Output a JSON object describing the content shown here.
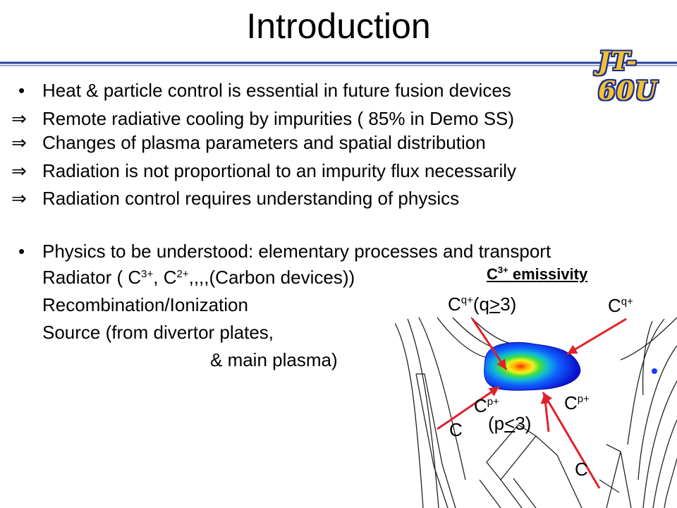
{
  "title": "Introduction",
  "logo": "JT-60U",
  "bullets": [
    {
      "marker": "•",
      "text": "Heat & particle control is essential in future fusion devices"
    },
    {
      "marker": "⇒",
      "text": "Remote radiative cooling by impurities ( 85% in Demo SS)"
    },
    {
      "marker": "⇒",
      "text": "Changes of plasma parameters and spatial distribution"
    },
    {
      "marker": "⇒",
      "text": "Radiation is not  proportional  to an impurity flux necessarily"
    },
    {
      "marker": "⇒",
      "text": "Radiation control requires understanding of physics"
    }
  ],
  "physics": {
    "marker": "•",
    "head": "Physics to be understood: elementary processes and transport",
    "radiator_pre": "Radiator ( C",
    "radiator_sup1": "3+",
    "radiator_mid": ", C",
    "radiator_sup2": "2+",
    "radiator_post": ",,,,(Carbon devices))",
    "recomb": "Recombination/Ionization",
    "source1": "Source (from divertor plates,",
    "source2": "& main plasma)"
  },
  "figure": {
    "title_pre": "C",
    "title_sup": "3+",
    "title_post": " emissivity",
    "labels": {
      "cq_left_base": "C",
      "cq_left_sup": "q+",
      "cq_left_cond_pre": "(q",
      "cq_left_cond_ul": ">",
      "cq_left_cond_post": "3)",
      "cq_right_base": "C",
      "cq_right_sup": "q+",
      "cp_left_base": "C",
      "cp_left_sup": "p+",
      "cp_right_base": "C",
      "cp_right_sup": "p+",
      "cp_cond_pre": "(p",
      "cp_cond_ul": "<",
      "cp_cond_post": "3)",
      "c_left": "C",
      "c_bottom": "C"
    },
    "arrow_color": "#e0202a"
  }
}
